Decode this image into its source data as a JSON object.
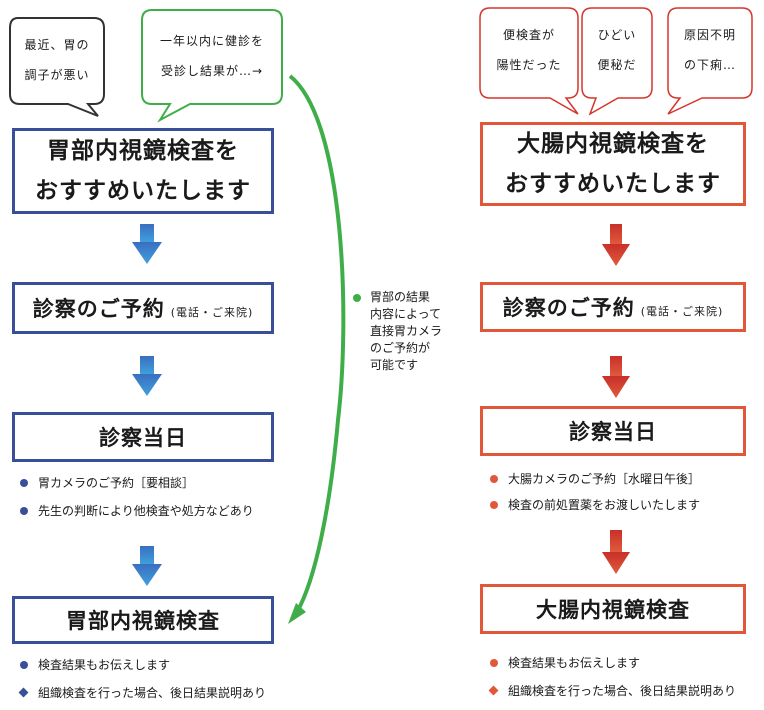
{
  "left": {
    "bubbles": [
      {
        "lines": [
          "最近、胃の",
          "調子が悪い"
        ]
      },
      {
        "lines": [
          "一年以内に健診を",
          "受診し結果が…→"
        ]
      }
    ],
    "box1": [
      "胃部内視鏡検査を",
      "おすすめいたします"
    ],
    "box2_main": "診察のご予約",
    "box2_note": "(電話・ご来院)",
    "box3": "診察当日",
    "day_notes": [
      "胃カメラのご予約［要相談］",
      "先生の判断により他検査や処方などあり"
    ],
    "box4": "胃部内視鏡検査",
    "result_notes": [
      "検査結果もお伝えします",
      "組織検査を行った場合、後日結果説明あり"
    ]
  },
  "right": {
    "bubbles": [
      {
        "lines": [
          "便検査が",
          "陽性だった"
        ]
      },
      {
        "lines": [
          "ひどい",
          "便秘だ"
        ]
      },
      {
        "lines": [
          "原因不明",
          "の下痢…"
        ]
      }
    ],
    "box1": [
      "大腸内視鏡検査を",
      "おすすめいたします"
    ],
    "box2_main": "診察のご予約",
    "box2_note": "(電話・ご来院)",
    "box3": "診察当日",
    "day_notes": [
      "大腸カメラのご予約［水曜日午後］",
      "検査の前処置薬をお渡しいたします"
    ],
    "box4": "大腸内視鏡検査",
    "result_notes": [
      "検査結果もお伝えします",
      "組織検査を行った場合、後日結果説明あり"
    ]
  },
  "shortcut_note": [
    "胃部の結果",
    "内容によって",
    "直接胃カメラ",
    "のご予約が",
    "可能です"
  ],
  "colors": {
    "blue_border": "#3a4f9a",
    "blue_arrow": "#2f7fc8",
    "red_border": "#e2563a",
    "red_arrow": "#d6352a",
    "green": "#3fae49",
    "left_bullet": "#3a4f9a",
    "right_bullet": "#e2563a"
  }
}
